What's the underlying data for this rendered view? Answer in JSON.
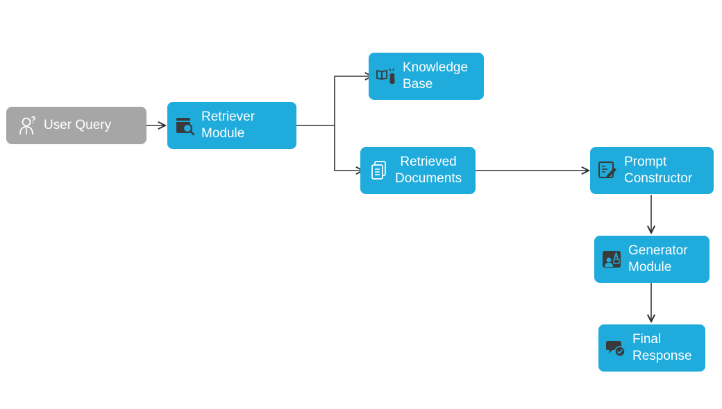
{
  "colors": {
    "node_fill": "#1fabdb",
    "input_fill": "#a6a6a6",
    "text": "#ffffff",
    "icon": "#3a3a3a",
    "edge": "#333333"
  },
  "nodes": {
    "user_query": {
      "label_lines": [
        "User Query"
      ],
      "icon": "user-question-icon"
    },
    "retriever_module": {
      "label_lines": [
        "Retriever",
        "Module"
      ],
      "icon": "search-database-icon"
    },
    "knowledge_base": {
      "label_lines": [
        "Knowledge",
        "Base"
      ],
      "icon": "book-brain-icon"
    },
    "retrieved_documents": {
      "label_lines": [
        "Retrieved",
        "Documents"
      ],
      "icon": "documents-icon"
    },
    "prompt_constructor": {
      "label_lines": [
        "Prompt",
        "Constructor"
      ],
      "icon": "prompt-edit-icon"
    },
    "generator_module": {
      "label_lines": [
        "Generator",
        "Module"
      ],
      "icon": "robot-generator-icon"
    },
    "final_response": {
      "label_lines": [
        "Final",
        "Response"
      ],
      "icon": "chat-check-icon"
    }
  },
  "edges": [
    {
      "from": "user_query",
      "to": "retriever_module"
    },
    {
      "from": "retriever_module",
      "to": "knowledge_base"
    },
    {
      "from": "retriever_module",
      "to": "retrieved_documents"
    },
    {
      "from": "retrieved_documents",
      "to": "prompt_constructor"
    },
    {
      "from": "prompt_constructor",
      "to": "generator_module"
    },
    {
      "from": "generator_module",
      "to": "final_response"
    }
  ]
}
